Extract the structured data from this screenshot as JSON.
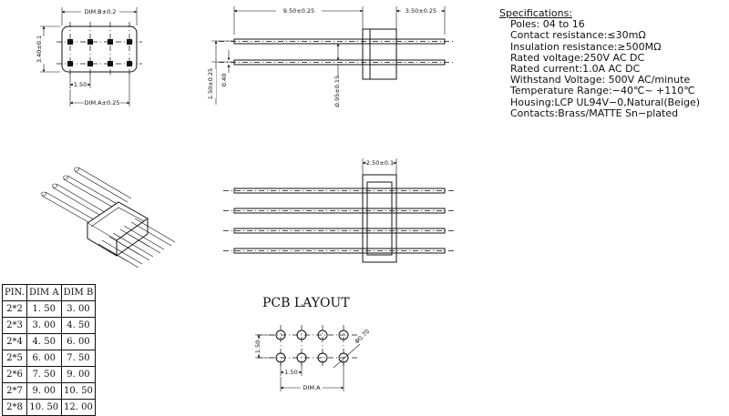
{
  "top_view": {
    "dim_b": "DIM.B±0.2",
    "dim_h": "3.40±0.1",
    "pitch": "1.50",
    "dim_a": "DIM.A±0.25"
  },
  "side_view": {
    "pin_length": "9.50±0.25",
    "body_length": "3.50±0.25",
    "offset_1": "1.50±0.25",
    "pin_size": "0.40",
    "offset_2": "0.95±0.15"
  },
  "front_view": {
    "body_width": "2.50±0.1"
  },
  "specifications": {
    "heading": "Specifications:",
    "lines": [
      "Poles: 04  to  16",
      "Contact  resistance:≤30mΩ",
      "Insulation  resistance:≥500MΩ",
      "Rated  voltage:250V  AC  DC",
      "Rated  current:1.0A  AC  DC",
      "Withstand  Voltage: 500V  AC/minute",
      "Temperature  Range:−40℃~  +110℃",
      "Housing:LCP  UL94V−0,Natural(Beige)",
      "Contacts:Brass/MATTE  Sn−plated"
    ]
  },
  "pcb_layout": {
    "title": "PCB  LAYOUT",
    "row_pitch": "1.50",
    "col_pitch": "1.50",
    "hole": "Φ0.70",
    "dim_a": "DIM.A"
  },
  "dim_table": {
    "headers": [
      "PIN.",
      "DIM  A",
      "DIM  B"
    ],
    "rows": [
      [
        "2*2",
        "1. 50",
        "3. 00"
      ],
      [
        "2*3",
        "3. 00",
        "4. 50"
      ],
      [
        "2*4",
        "4. 50",
        "6. 00"
      ],
      [
        "2*5",
        "6. 00",
        "7. 50"
      ],
      [
        "2*6",
        "7. 50",
        "9. 00"
      ],
      [
        "2*7",
        "9. 00",
        "10. 50"
      ],
      [
        "2*8",
        "10. 50",
        "12. 00"
      ]
    ]
  }
}
